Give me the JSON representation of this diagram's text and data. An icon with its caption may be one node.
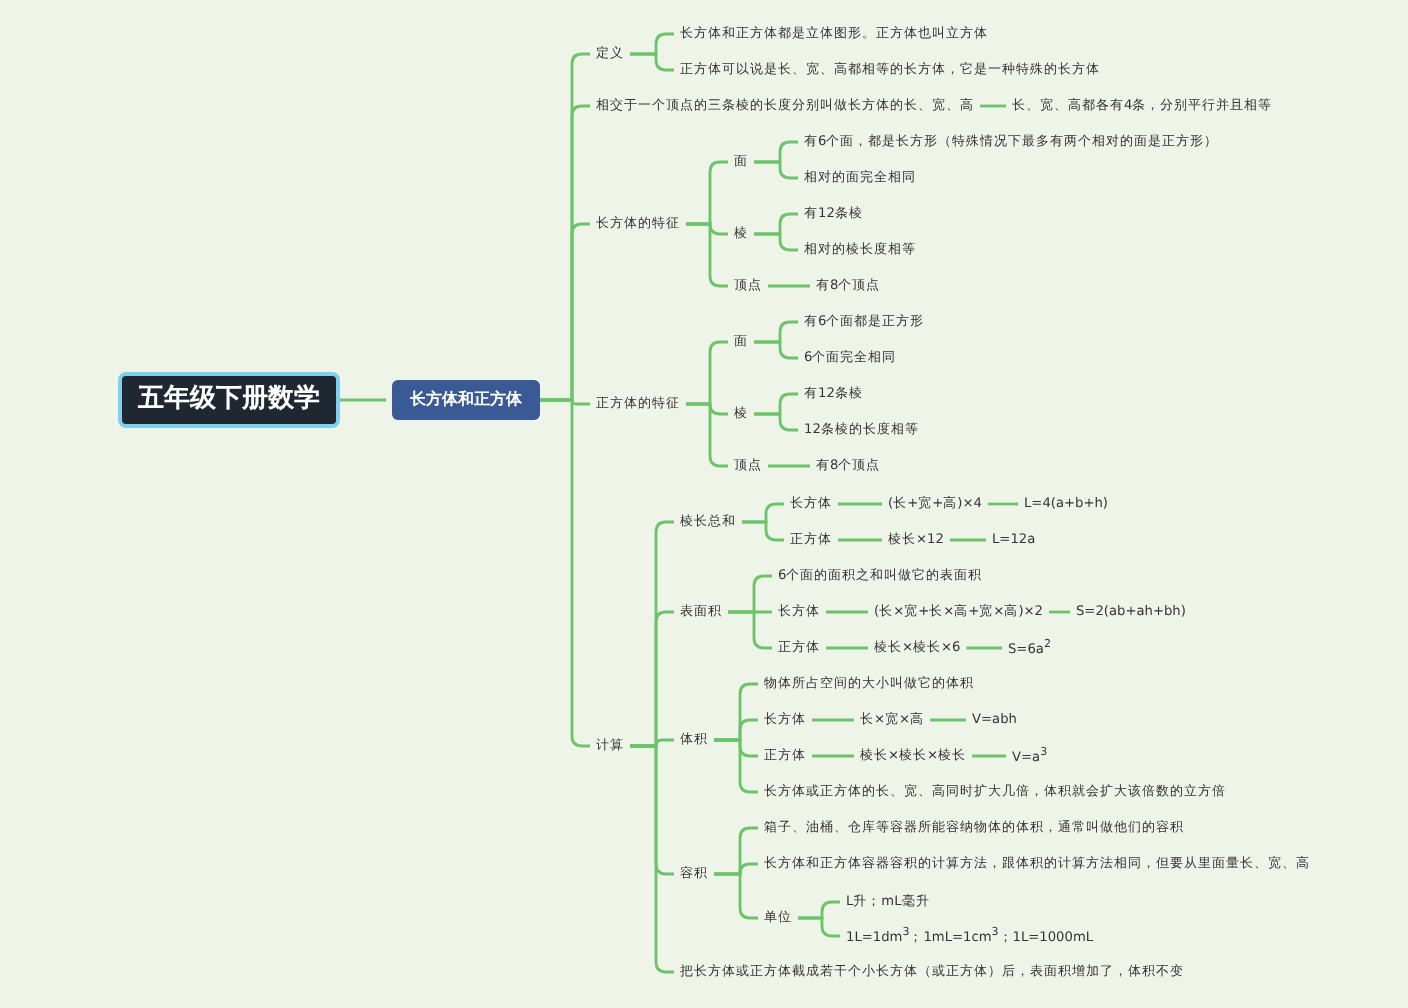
{
  "diagram": {
    "nodes": [
      {
        "text": [
          "五年级下册数学"
        ]
      },
      {
        "text": [
          "长方体和正方体"
        ]
      },
      {
        "text": [
          "定义"
        ]
      },
      {
        "text": [
          "长方体和正方体都是立体图形。正方体也叫立方体"
        ]
      },
      {
        "text": [
          "正方体可以说是长、宽、高都相等的长方体，它是一种特殊的长方体"
        ]
      },
      {
        "text": [
          "相交于一个顶点的三条棱的长度分别叫做长方体的长、宽、高"
        ]
      },
      {
        "text": [
          "长、宽、高都各有4条，分别平行并且相等"
        ]
      },
      {
        "text": [
          "长方体的特征"
        ]
      },
      {
        "text": [
          "面"
        ]
      },
      {
        "text": [
          "有6个面，都是长方形（特殊情况下最多有两个相对的面是正方形）"
        ]
      },
      {
        "text": [
          "相对的面完全相同"
        ]
      },
      {
        "text": [
          "棱"
        ]
      },
      {
        "text": [
          "有12条棱"
        ]
      },
      {
        "text": [
          "相对的棱长度相等"
        ]
      },
      {
        "text": [
          "顶点"
        ]
      },
      {
        "text": [
          "有8个顶点"
        ]
      },
      {
        "text": [
          "正方体的特征"
        ]
      },
      {
        "text": [
          "面"
        ]
      },
      {
        "text": [
          "有6个面都是正方形"
        ]
      },
      {
        "text": [
          "6个面完全相同"
        ]
      },
      {
        "text": [
          "棱"
        ]
      },
      {
        "text": [
          "有12条棱"
        ]
      },
      {
        "text": [
          "12条棱的长度相等"
        ]
      },
      {
        "text": [
          "顶点"
        ]
      },
      {
        "text": [
          "有8个顶点"
        ]
      },
      {
        "text": [
          "计算"
        ]
      },
      {
        "text": [
          "棱长总和"
        ]
      },
      {
        "text": [
          "长方体"
        ]
      },
      {
        "text": [
          "(长+宽+高)×4"
        ]
      },
      {
        "text": [
          "L=4(a+b+h)"
        ]
      },
      {
        "text": [
          "正方体"
        ]
      },
      {
        "text": [
          "棱长×12"
        ]
      },
      {
        "text": [
          "L=12a"
        ]
      },
      {
        "text": [
          "表面积"
        ]
      },
      {
        "text": [
          "6个面的面积之和叫做它的表面积"
        ]
      },
      {
        "text": [
          "长方体"
        ]
      },
      {
        "text": [
          "(长×宽+长×高+宽×高)×2"
        ]
      },
      {
        "text": [
          "S=2(ab+ah+bh)"
        ]
      },
      {
        "text": [
          "正方体"
        ]
      },
      {
        "text": [
          "棱长×棱长×6"
        ]
      },
      {
        "text": [
          "S=6a$^{2}$"
        ]
      },
      {
        "text": [
          "体积"
        ]
      },
      {
        "text": [
          "物体所占空间的大小叫做它的体积"
        ]
      },
      {
        "text": [
          "长方体"
        ]
      },
      {
        "text": [
          "长×宽×高"
        ]
      },
      {
        "text": [
          "V=abh"
        ]
      },
      {
        "text": [
          "正方体"
        ]
      },
      {
        "text": [
          "棱长×棱长×棱长"
        ]
      },
      {
        "text": [
          "V=a$^{3}$"
        ]
      },
      {
        "text": [
          "长方体或正方体的长、宽、高同时扩大几倍，体积就会扩大该倍数的立方倍"
        ]
      },
      {
        "text": [
          "容积"
        ]
      },
      {
        "text": [
          "箱子、油桶、仓库等容器所能容纳物体的体积，通常叫做他们的容积"
        ]
      },
      {
        "text": [
          "长方体和正方体容器容积的计算方法，跟体积的计算方法相同，但要从里面量长、宽、高"
        ]
      },
      {
        "text": [
          "单位"
        ]
      },
      {
        "text": [
          "L升；mL毫升"
        ]
      },
      {
        "text": [
          "1L=1dm$^{3}$；1mL=1cm$^{3}$；1L=1000mL"
        ]
      },
      {
        "text": [
          "把长方体或正方体截成若干个小长方体（或正方体）后，表面积增加了，体积不变"
        ]
      }
    ],
    "edges": [
      {
        "from": 0,
        "to": 1,
        "arrow": "none"
      },
      {
        "from": 1,
        "to": 2,
        "arrow": "none"
      },
      {
        "from": 2,
        "to": 3,
        "arrow": "none"
      },
      {
        "from": 2,
        "to": 4,
        "arrow": "none"
      },
      {
        "from": 1,
        "to": 5,
        "arrow": "none"
      },
      {
        "from": 5,
        "to": 6,
        "arrow": "none"
      },
      {
        "from": 1,
        "to": 7,
        "arrow": "none"
      },
      {
        "from": 7,
        "to": 8,
        "arrow": "none"
      },
      {
        "from": 8,
        "to": 9,
        "arrow": "none"
      },
      {
        "from": 8,
        "to": 10,
        "arrow": "none"
      },
      {
        "from": 7,
        "to": 11,
        "arrow": "none"
      },
      {
        "from": 11,
        "to": 12,
        "arrow": "none"
      },
      {
        "from": 11,
        "to": 13,
        "arrow": "none"
      },
      {
        "from": 7,
        "to": 14,
        "arrow": "none"
      },
      {
        "from": 14,
        "to": 15,
        "arrow": "none"
      },
      {
        "from": 1,
        "to": 16,
        "arrow": "none"
      },
      {
        "from": 16,
        "to": 17,
        "arrow": "none"
      },
      {
        "from": 17,
        "to": 18,
        "arrow": "none"
      },
      {
        "from": 17,
        "to": 19,
        "arrow": "none"
      },
      {
        "from": 16,
        "to": 20,
        "arrow": "none"
      },
      {
        "from": 20,
        "to": 21,
        "arrow": "none"
      },
      {
        "from": 20,
        "to": 22,
        "arrow": "none"
      },
      {
        "from": 16,
        "to": 23,
        "arrow": "none"
      },
      {
        "from": 23,
        "to": 24,
        "arrow": "none"
      },
      {
        "from": 1,
        "to": 25,
        "arrow": "none"
      },
      {
        "from": 25,
        "to": 26,
        "arrow": "none"
      },
      {
        "from": 26,
        "to": 27,
        "arrow": "none"
      },
      {
        "from": 27,
        "to": 28,
        "arrow": "none"
      },
      {
        "from": 28,
        "to": 29,
        "arrow": "none"
      },
      {
        "from": 26,
        "to": 30,
        "arrow": "none"
      },
      {
        "from": 30,
        "to": 31,
        "arrow": "none"
      },
      {
        "from": 31,
        "to": 32,
        "arrow": "none"
      },
      {
        "from": 25,
        "to": 33,
        "arrow": "none"
      },
      {
        "from": 33,
        "to": 34,
        "arrow": "none"
      },
      {
        "from": 33,
        "to": 35,
        "arrow": "none"
      },
      {
        "from": 35,
        "to": 36,
        "arrow": "none"
      },
      {
        "from": 36,
        "to": 37,
        "arrow": "none"
      },
      {
        "from": 33,
        "to": 38,
        "arrow": "none"
      },
      {
        "from": 38,
        "to": 39,
        "arrow": "none"
      },
      {
        "from": 39,
        "to": 40,
        "arrow": "none"
      },
      {
        "from": 25,
        "to": 41,
        "arrow": "none"
      },
      {
        "from": 41,
        "to": 42,
        "arrow": "none"
      },
      {
        "from": 41,
        "to": 43,
        "arrow": "none"
      },
      {
        "from": 43,
        "to": 44,
        "arrow": "none"
      },
      {
        "from": 44,
        "to": 45,
        "arrow": "none"
      },
      {
        "from": 41,
        "to": 46,
        "arrow": "none"
      },
      {
        "from": 46,
        "to": 47,
        "arrow": "none"
      },
      {
        "from": 47,
        "to": 48,
        "arrow": "none"
      },
      {
        "from": 41,
        "to": 49,
        "arrow": "none"
      },
      {
        "from": 25,
        "to": 50,
        "arrow": "none"
      },
      {
        "from": 50,
        "to": 51,
        "arrow": "none"
      },
      {
        "from": 50,
        "to": 52,
        "arrow": "none"
      },
      {
        "from": 50,
        "to": 53,
        "arrow": "none"
      },
      {
        "from": 53,
        "to": 54,
        "arrow": "none"
      },
      {
        "from": 53,
        "to": 55,
        "arrow": "none"
      },
      {
        "from": 25,
        "to": 56,
        "arrow": "none"
      }
    ]
  }
}
